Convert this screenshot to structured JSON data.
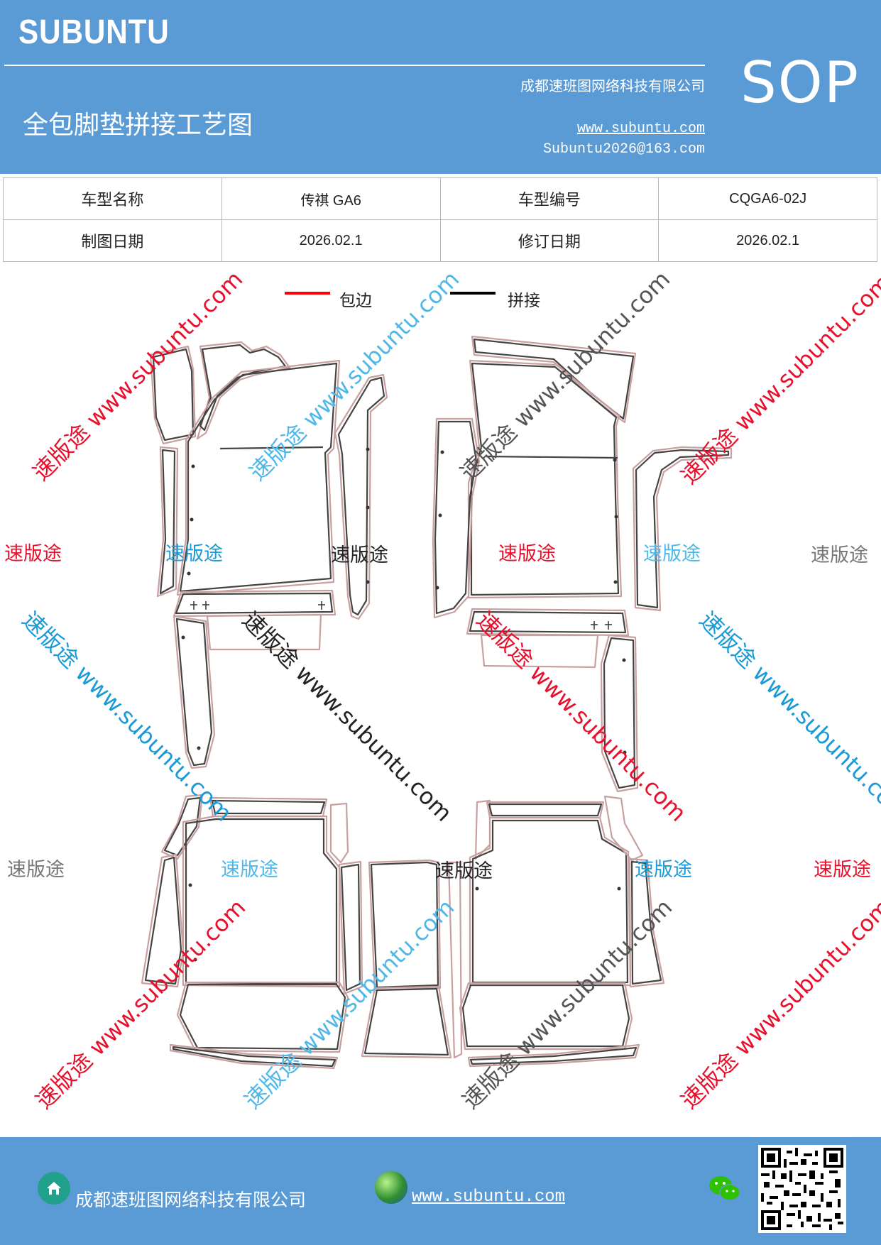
{
  "header": {
    "brand": "SUBUNTU",
    "doc_type": "SOP",
    "company": "成都速班图网络科技有限公司",
    "title": "全包脚垫拼接工艺图",
    "website": "www.subuntu.com",
    "email": "Subuntu2026@163.com"
  },
  "info_table": {
    "rows": [
      [
        "车型名称",
        "传祺 GA6",
        "车型编号",
        "CQGA6-02J"
      ],
      [
        "制图日期",
        "2026.02.1",
        "修订日期",
        "2026.02.1"
      ]
    ]
  },
  "legend": [
    {
      "label": "包边",
      "color": "#ff0000"
    },
    {
      "label": "拼接",
      "color": "#000000"
    }
  ],
  "watermarks": {
    "brand_cn": "速版途",
    "long_text": "速版途 www.subuntu.com",
    "colors": [
      "#e8112d",
      "#1a9ad6",
      "#222222",
      "#777777",
      "#4fb8e8"
    ]
  },
  "footer": {
    "company": "成都速班图网络科技有限公司",
    "website": "www.subuntu.com",
    "icons": [
      "home-icon",
      "globe-icon",
      "wechat-icon",
      "qr-code"
    ]
  }
}
